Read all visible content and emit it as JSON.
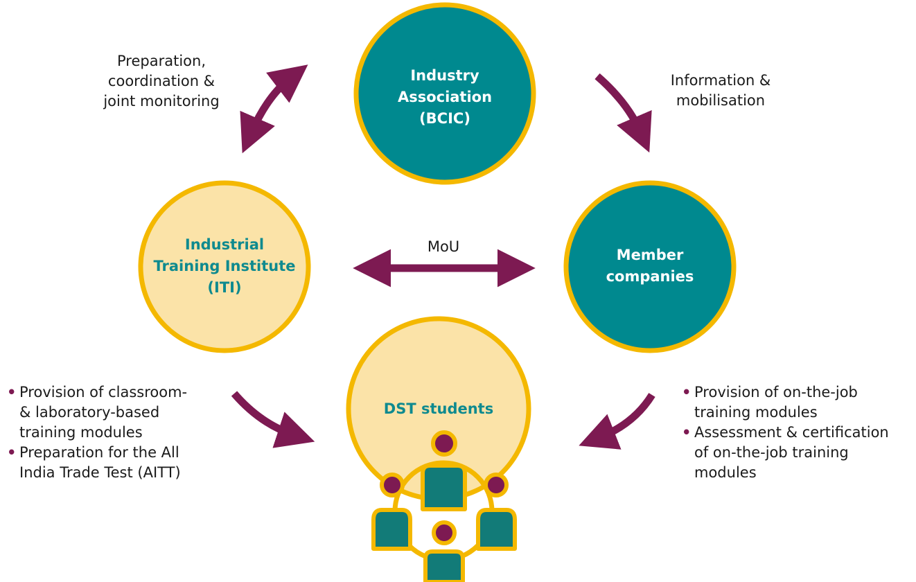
{
  "colors": {
    "teal": "#00898f",
    "cream": "#fbe3a8",
    "gold": "#f4b800",
    "arrow": "#7d1a52",
    "person_head": "#7d1a52",
    "person_body": "#127b78"
  },
  "nodes": {
    "industry_association": {
      "lines": [
        "Industry",
        "Association",
        "(BCIC)"
      ]
    },
    "iti": {
      "lines": [
        "Industrial",
        "Training Institute",
        "(ITI)"
      ]
    },
    "member_companies": {
      "lines": [
        "Member",
        "companies"
      ]
    },
    "dst_students": {
      "label": "DST students"
    }
  },
  "edges": {
    "iti_industry": {
      "lines": [
        "Preparation,",
        "coordination &",
        "joint monitoring"
      ]
    },
    "industry_members": {
      "lines": [
        "Information &",
        "mobilisation"
      ]
    },
    "iti_members": {
      "label": "MoU"
    }
  },
  "iti_roles": [
    [
      "Provision of classroom-",
      "& laboratory-based",
      "training modules"
    ],
    [
      "Preparation for the All",
      "India Trade Test (AITT)"
    ]
  ],
  "company_roles": [
    [
      "Provision of on-the-job",
      "training modules"
    ],
    [
      "Assessment & certification",
      "of on-the-job training",
      "modules"
    ]
  ]
}
